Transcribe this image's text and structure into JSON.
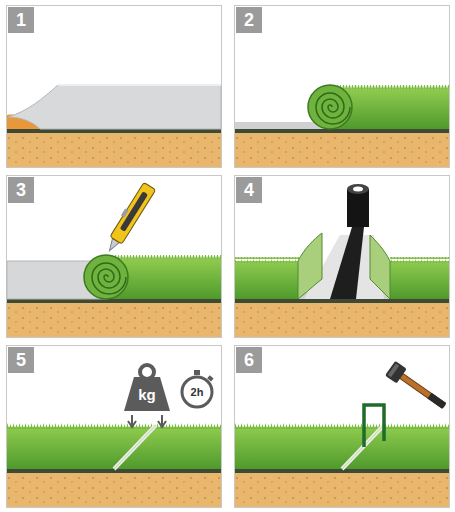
{
  "diagram": {
    "labels": [
      "1",
      "2",
      "3",
      "4",
      "5",
      "6",
      "kg",
      "2h"
    ]
  }
}
